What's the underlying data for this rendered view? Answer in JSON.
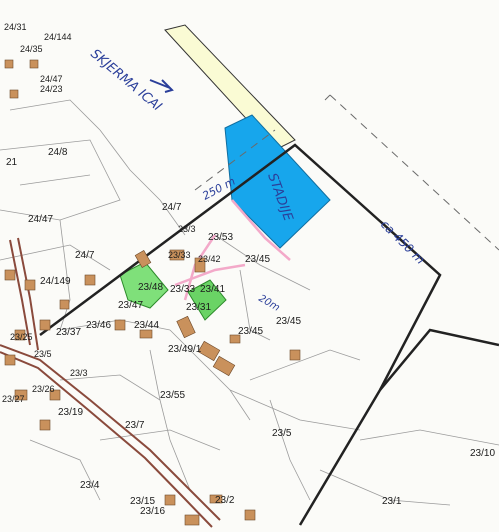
{
  "map": {
    "handwritten": {
      "direction_note": "SKJERMA ICAI",
      "distance_250": "250 m",
      "stadium_note": "STADIJE",
      "distance_450": "ca 450 m",
      "distance_20": "20m"
    },
    "parcels": {
      "p24_31": "24/31",
      "p24_144": "24/144",
      "p24_35": "24/35",
      "p24_47a": "24/47",
      "p24_23": "24/23",
      "p24_8": "24/8",
      "p21": "21",
      "p24_47": "24/47",
      "p24_7a": "24/7",
      "p24_7b": "24/7",
      "p24_149": "24/149",
      "p23_3": "23/3",
      "p23_53": "23/53",
      "p23_33": "23/33",
      "p23_42": "23/42",
      "p23_45a": "23/45",
      "p23_48": "23/48",
      "p23_33b": "23/33",
      "p23_41": "23/41",
      "p23_31": "23/31",
      "p23_47": "23/47",
      "p23_45b": "23/45",
      "p23_45c": "23/45",
      "p23_46": "23/46",
      "p23_44": "23/44",
      "p23_37": "23/37",
      "p23_49": "23/49/1",
      "p23_5a": "23/5",
      "p23_3b": "23/3",
      "p23_25": "23/25",
      "p23_26": "23/26",
      "p23_27": "23/27",
      "p23_55": "23/55",
      "p23_19": "23/19",
      "p23_7": "23/7",
      "p23_5b": "23/5",
      "p23_4": "23/4",
      "p23_15": "23/15",
      "p23_16": "23/16",
      "p23_2": "23/2",
      "p23_1": "23/1",
      "p23_10": "23/10"
    }
  }
}
